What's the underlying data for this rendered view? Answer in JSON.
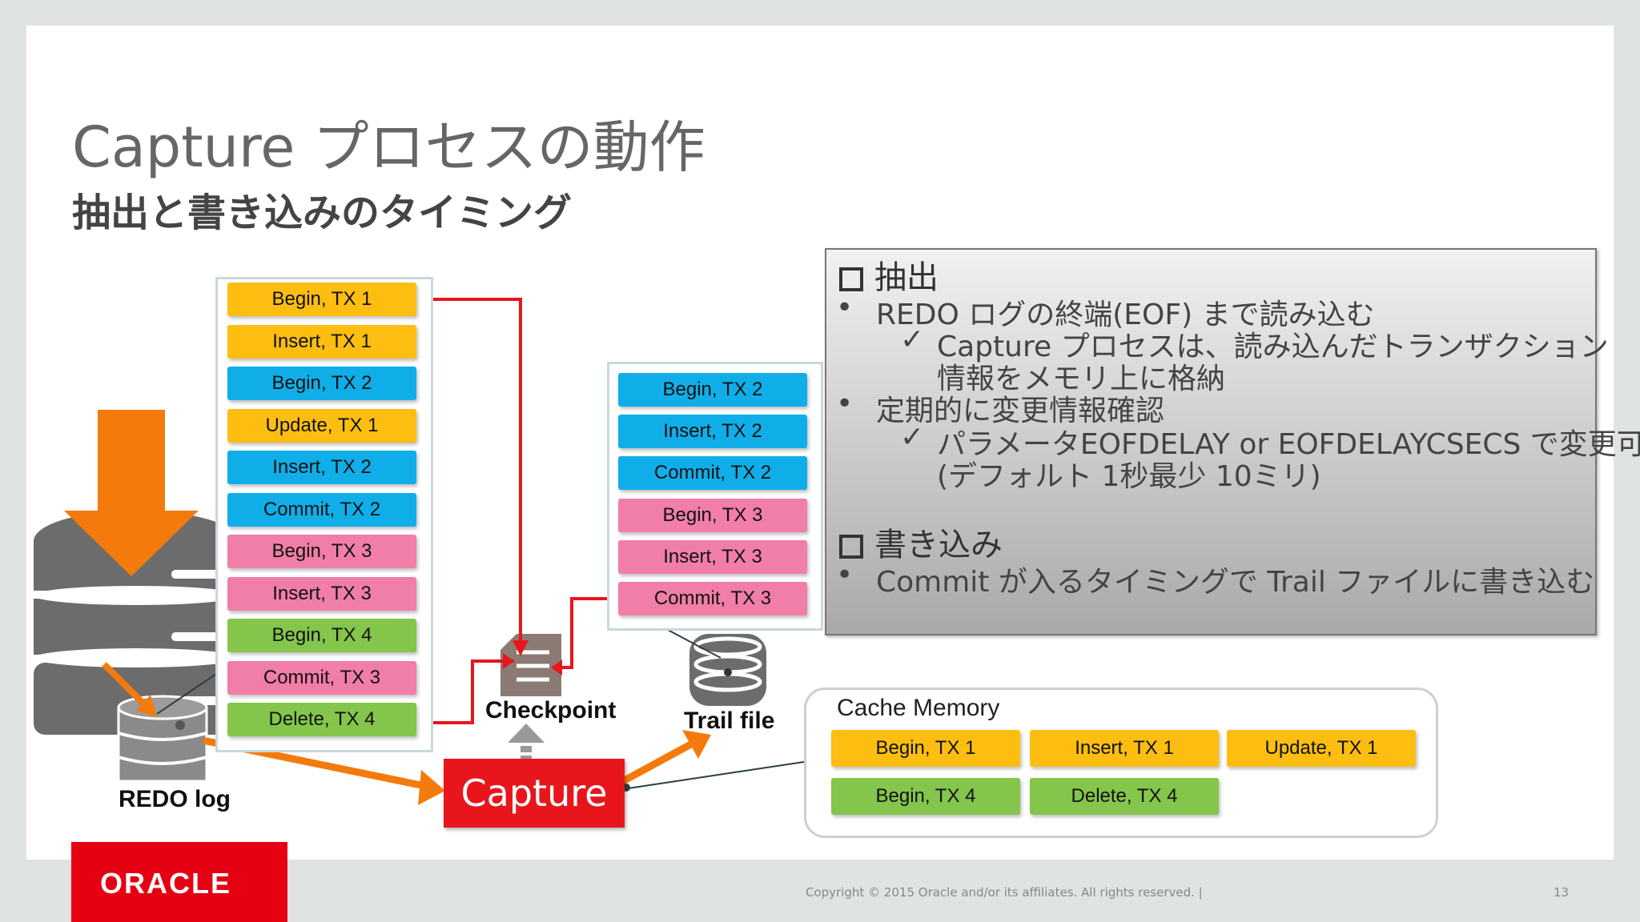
{
  "slide": {
    "title": "Capture プロセスの動作",
    "subtitle": "抽出と書き込みのタイミング"
  },
  "redo_column": [
    {
      "label": "Begin, TX 1",
      "color": "#fdbe11"
    },
    {
      "label": "Insert, TX 1",
      "color": "#fdbe11"
    },
    {
      "label": "Begin, TX 2",
      "color": "#10aee8"
    },
    {
      "label": "Update, TX 1",
      "color": "#fdbe11"
    },
    {
      "label": "Insert, TX 2",
      "color": "#10aee8"
    },
    {
      "label": "Commit, TX 2",
      "color": "#10aee8"
    },
    {
      "label": "Begin, TX 3",
      "color": "#f17ea8"
    },
    {
      "label": "Insert, TX 3",
      "color": "#f17ea8"
    },
    {
      "label": "Begin, TX 4",
      "color": "#84c54b"
    },
    {
      "label": "Commit, TX 3",
      "color": "#f17ea8"
    },
    {
      "label": "Delete, TX 4",
      "color": "#84c54b"
    }
  ],
  "trail_column": [
    {
      "label": "Begin, TX 2",
      "color": "#10aee8"
    },
    {
      "label": "Insert, TX 2",
      "color": "#10aee8"
    },
    {
      "label": "Commit, TX 2",
      "color": "#10aee8"
    },
    {
      "label": "Begin, TX 3",
      "color": "#f17ea8"
    },
    {
      "label": "Insert, TX 3",
      "color": "#f17ea8"
    },
    {
      "label": "Commit, TX 3",
      "color": "#f17ea8"
    }
  ],
  "info": {
    "section1_header": "抽出",
    "bullet1": "REDO ログの終端(EOF) まで読み込む",
    "check1_line1": "Capture プロセスは、読み込んだトランザクション",
    "check1_line2": "情報をメモリ上に格納",
    "bullet2": "定期的に変更情報確認",
    "check2_line1": "パラメータEOFDELAY  or EOFDELAYCSECS で変更可",
    "check2_line2": "(デフォルト 1秒最少 10ミリ)",
    "section2_header": "書き込み",
    "bullet3": "Commit が入るタイミングで Trail ファイルに書き込む",
    "bullet_glyph": "•",
    "check_glyph": "✓"
  },
  "labels": {
    "checkpoint": "Checkpoint",
    "trail_file": "Trail file",
    "redo_log": "REDO log",
    "capture": "Capture",
    "cache_memory": "Cache Memory"
  },
  "cache_items": [
    {
      "label": "Begin, TX 1",
      "color": "#fdbe11"
    },
    {
      "label": "Insert, TX 1",
      "color": "#fdbe11"
    },
    {
      "label": "Update, TX 1",
      "color": "#fdbe11"
    },
    {
      "label": "Begin, TX 4",
      "color": "#84c54b"
    },
    {
      "label": "Delete, TX 4",
      "color": "#84c54b"
    }
  ],
  "footer": {
    "logo": "ORACLE",
    "copyright": "Copyright © 2015 Oracle and/or its affiliates. All rights reserved.  |",
    "page_number": "13"
  },
  "colors": {
    "accent_orange": "#f47b0b",
    "flow_red": "#e8161c",
    "db_gray": "#6c6c6c"
  }
}
